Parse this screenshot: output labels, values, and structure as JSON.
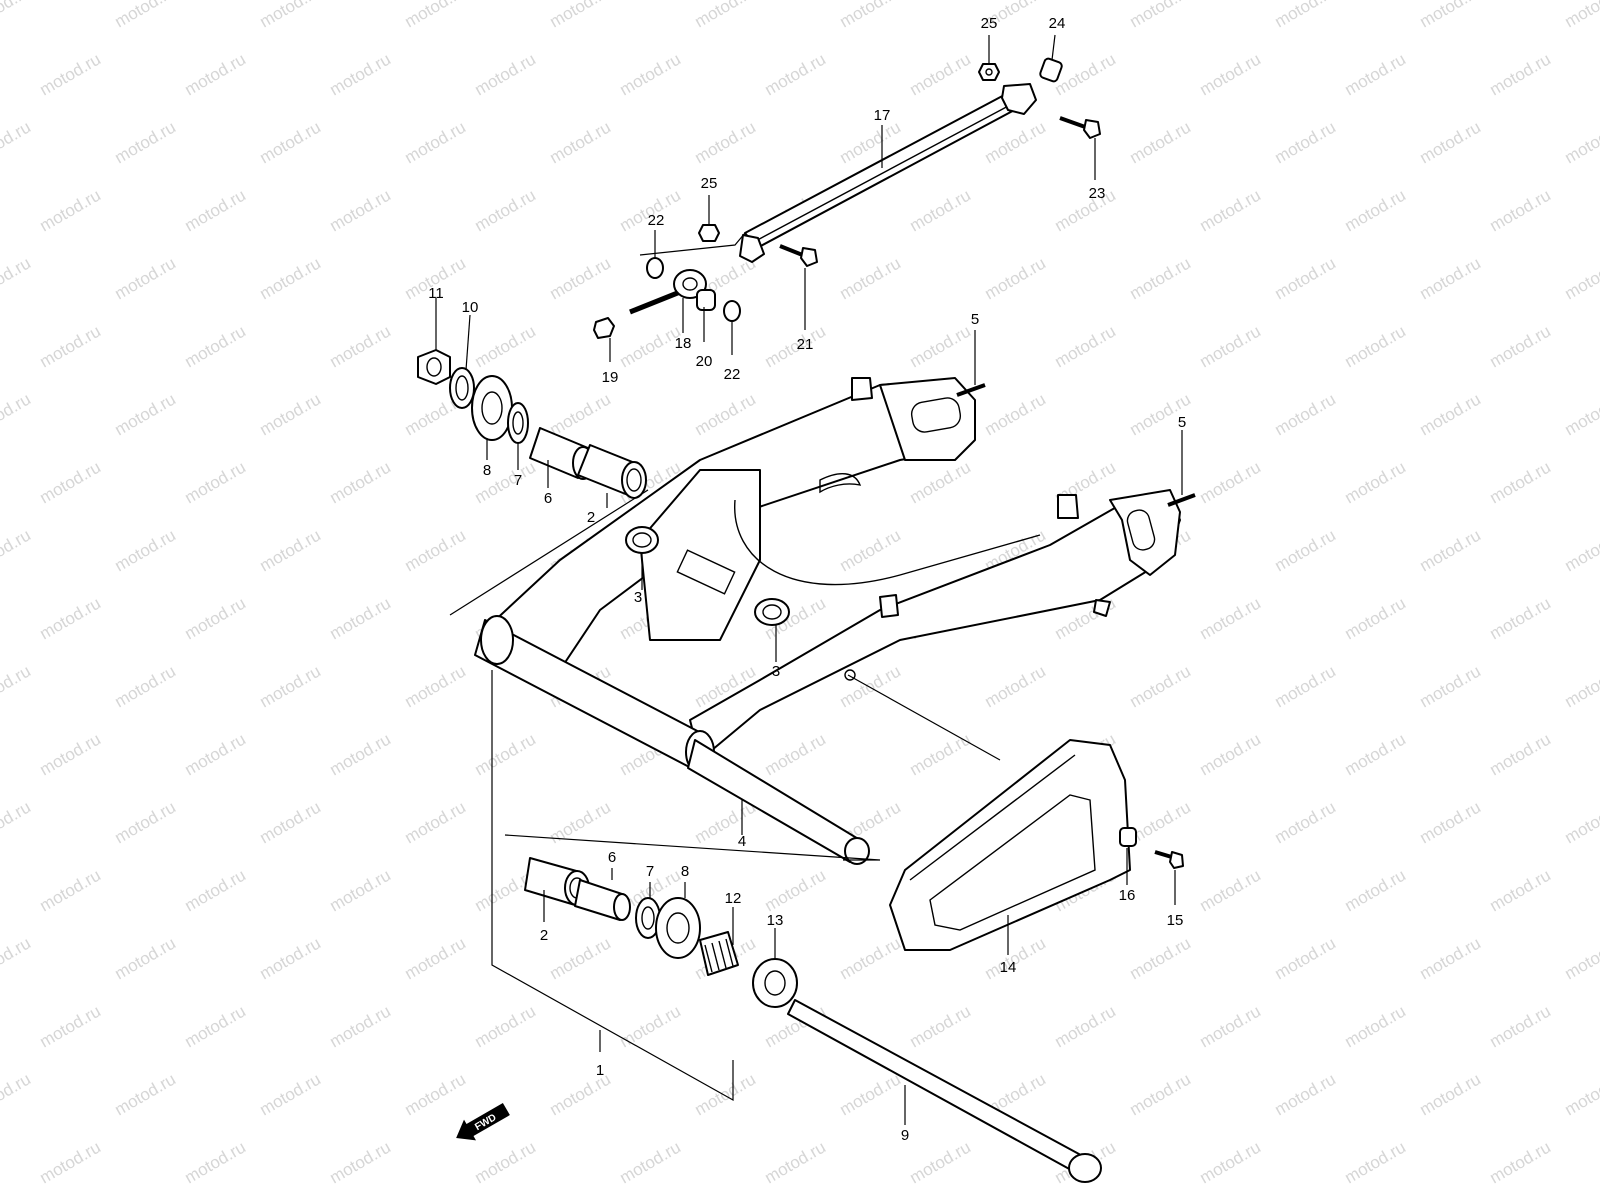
{
  "watermark": {
    "text": "motod.ru"
  },
  "direction_marker": {
    "text": "FWD",
    "icon": "forward-arrow-icon"
  },
  "callouts": [
    {
      "id": "c25a",
      "label": "25"
    },
    {
      "id": "c24",
      "label": "24"
    },
    {
      "id": "c17",
      "label": "17"
    },
    {
      "id": "c23",
      "label": "23"
    },
    {
      "id": "c25b",
      "label": "25"
    },
    {
      "id": "c22a",
      "label": "22"
    },
    {
      "id": "c11",
      "label": "11"
    },
    {
      "id": "c10",
      "label": "10"
    },
    {
      "id": "c18",
      "label": "18"
    },
    {
      "id": "c20",
      "label": "20"
    },
    {
      "id": "c22b",
      "label": "22"
    },
    {
      "id": "c21",
      "label": "21"
    },
    {
      "id": "c19",
      "label": "19"
    },
    {
      "id": "c5a",
      "label": "5"
    },
    {
      "id": "c5b",
      "label": "5"
    },
    {
      "id": "c8a",
      "label": "8"
    },
    {
      "id": "c7a",
      "label": "7"
    },
    {
      "id": "c6a",
      "label": "6"
    },
    {
      "id": "c2a",
      "label": "2"
    },
    {
      "id": "c3a",
      "label": "3"
    },
    {
      "id": "c3b",
      "label": "3"
    },
    {
      "id": "c4",
      "label": "4"
    },
    {
      "id": "c6b",
      "label": "6"
    },
    {
      "id": "c7b",
      "label": "7"
    },
    {
      "id": "c8b",
      "label": "8"
    },
    {
      "id": "c2b",
      "label": "2"
    },
    {
      "id": "c12",
      "label": "12"
    },
    {
      "id": "c13",
      "label": "13"
    },
    {
      "id": "c16",
      "label": "16"
    },
    {
      "id": "c15",
      "label": "15"
    },
    {
      "id": "c14",
      "label": "14"
    },
    {
      "id": "c1",
      "label": "1"
    },
    {
      "id": "c9",
      "label": "9"
    }
  ]
}
